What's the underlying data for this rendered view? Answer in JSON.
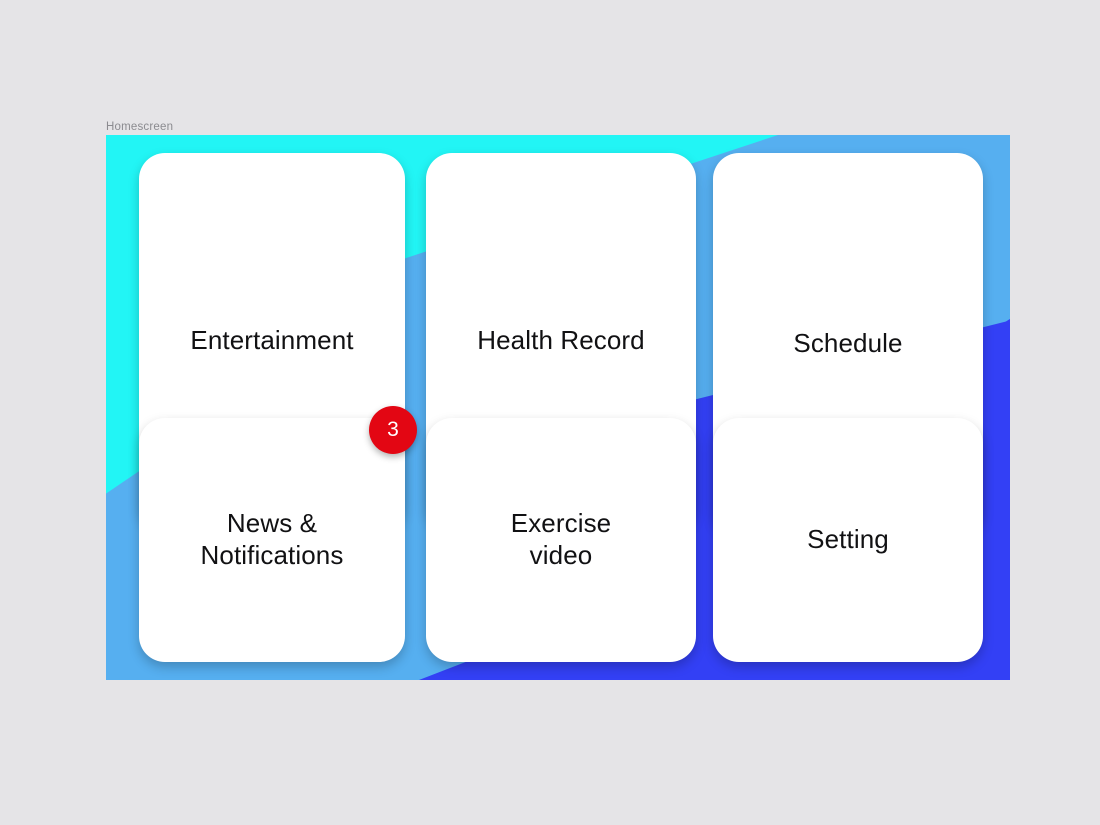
{
  "frame": {
    "caption": "Homescreen"
  },
  "colors": {
    "page_background": "#e5e4e7",
    "accent_cyan": "#22f5f5",
    "accent_blue": "#56aff0",
    "accent_dark_blue": "#3340f5",
    "badge_red": "#e30613",
    "tile_background": "#ffffff",
    "tile_text": "#111113",
    "caption_text": "#8b8b90"
  },
  "homescreen": {
    "tiles": [
      {
        "id": "entertainment",
        "label": "Entertainment"
      },
      {
        "id": "health-record",
        "label": "Health Record"
      },
      {
        "id": "schedule",
        "label": "Schedule"
      },
      {
        "id": "news-notifications",
        "label": "News &\nNotifications"
      },
      {
        "id": "exercise-video",
        "label": "Exercise\nvideo"
      },
      {
        "id": "setting",
        "label": "Setting"
      }
    ],
    "badge": {
      "count": "3",
      "attached_to": "news-notifications"
    }
  }
}
